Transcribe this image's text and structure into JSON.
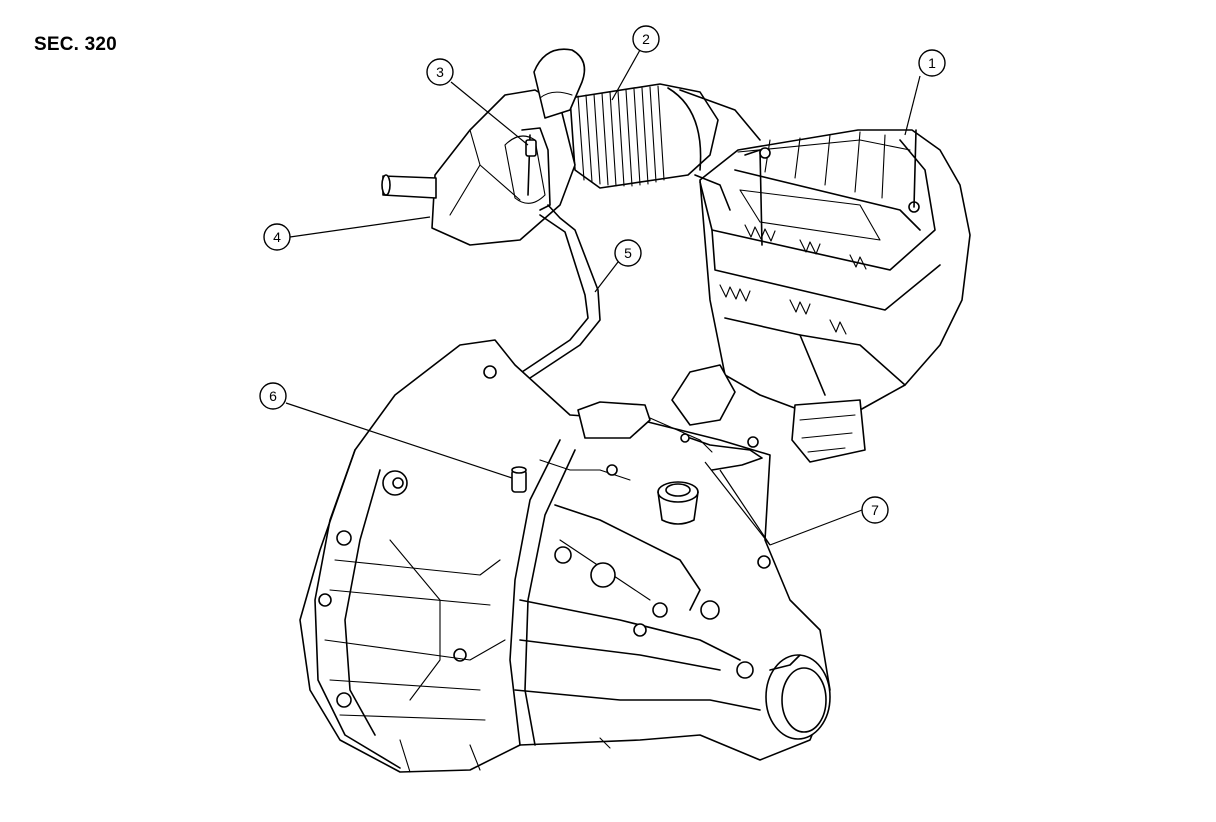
{
  "section_label": "SEC. 320",
  "callouts": [
    {
      "id": "1",
      "label": "1"
    },
    {
      "id": "2",
      "label": "2"
    },
    {
      "id": "3",
      "label": "3"
    },
    {
      "id": "4",
      "label": "4"
    },
    {
      "id": "5",
      "label": "5"
    },
    {
      "id": "6",
      "label": "6"
    },
    {
      "id": "7",
      "label": "7"
    }
  ]
}
